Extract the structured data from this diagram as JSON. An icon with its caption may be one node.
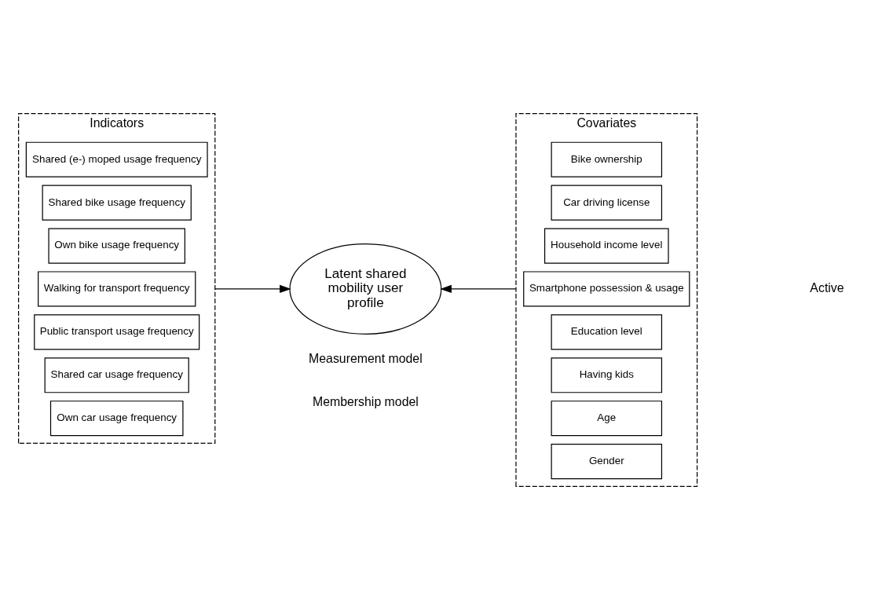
{
  "diagram": {
    "nodes": [
      {
        "text": [
          "Indicators"
        ]
      },
      {
        "text": [
          "Own car usage frequency"
        ],
        "in": 0
      },
      {
        "text": [
          "Shared car usage frequency"
        ],
        "in": 0
      },
      {
        "text": [
          "Public transport usage frequency"
        ],
        "in": 0
      },
      {
        "text": [
          "Walking for transport frequency"
        ],
        "in": 0
      },
      {
        "text": [
          "Own bike usage frequency"
        ],
        "in": 0
      },
      {
        "text": [
          "Shared bike usage frequency"
        ],
        "in": 0
      },
      {
        "text": [
          "Shared (e-) moped usage frequency"
        ],
        "in": 0
      },
      {
        "text": [
          "Latent shared mobility user profile"
        ]
      },
      {
        "text": [
          "Covariates"
        ]
      },
      {
        "text": [
          "Gender"
        ],
        "in": 9
      },
      {
        "text": [
          "Age"
        ],
        "in": 9
      },
      {
        "text": [
          "Having kids"
        ],
        "in": 9
      },
      {
        "text": [
          "Education level"
        ],
        "in": 9
      },
      {
        "text": [
          "Smartphone possession & usage"
        ],
        "in": 9
      },
      {
        "text": [
          "Household income level"
        ],
        "in": 9
      },
      {
        "text": [
          "Car driving license"
        ],
        "in": 9
      },
      {
        "text": [
          "Bike ownership"
        ],
        "in": 9
      }
    ],
    "edges": [
      {
        "from": 0,
        "to": 8,
        "arrow": "to"
      },
      {
        "from": 9,
        "to": 8,
        "arrow": "to"
      }
    ],
    "labels": [
      "Active",
      "Measurement model",
      "Membership model"
    ]
  }
}
